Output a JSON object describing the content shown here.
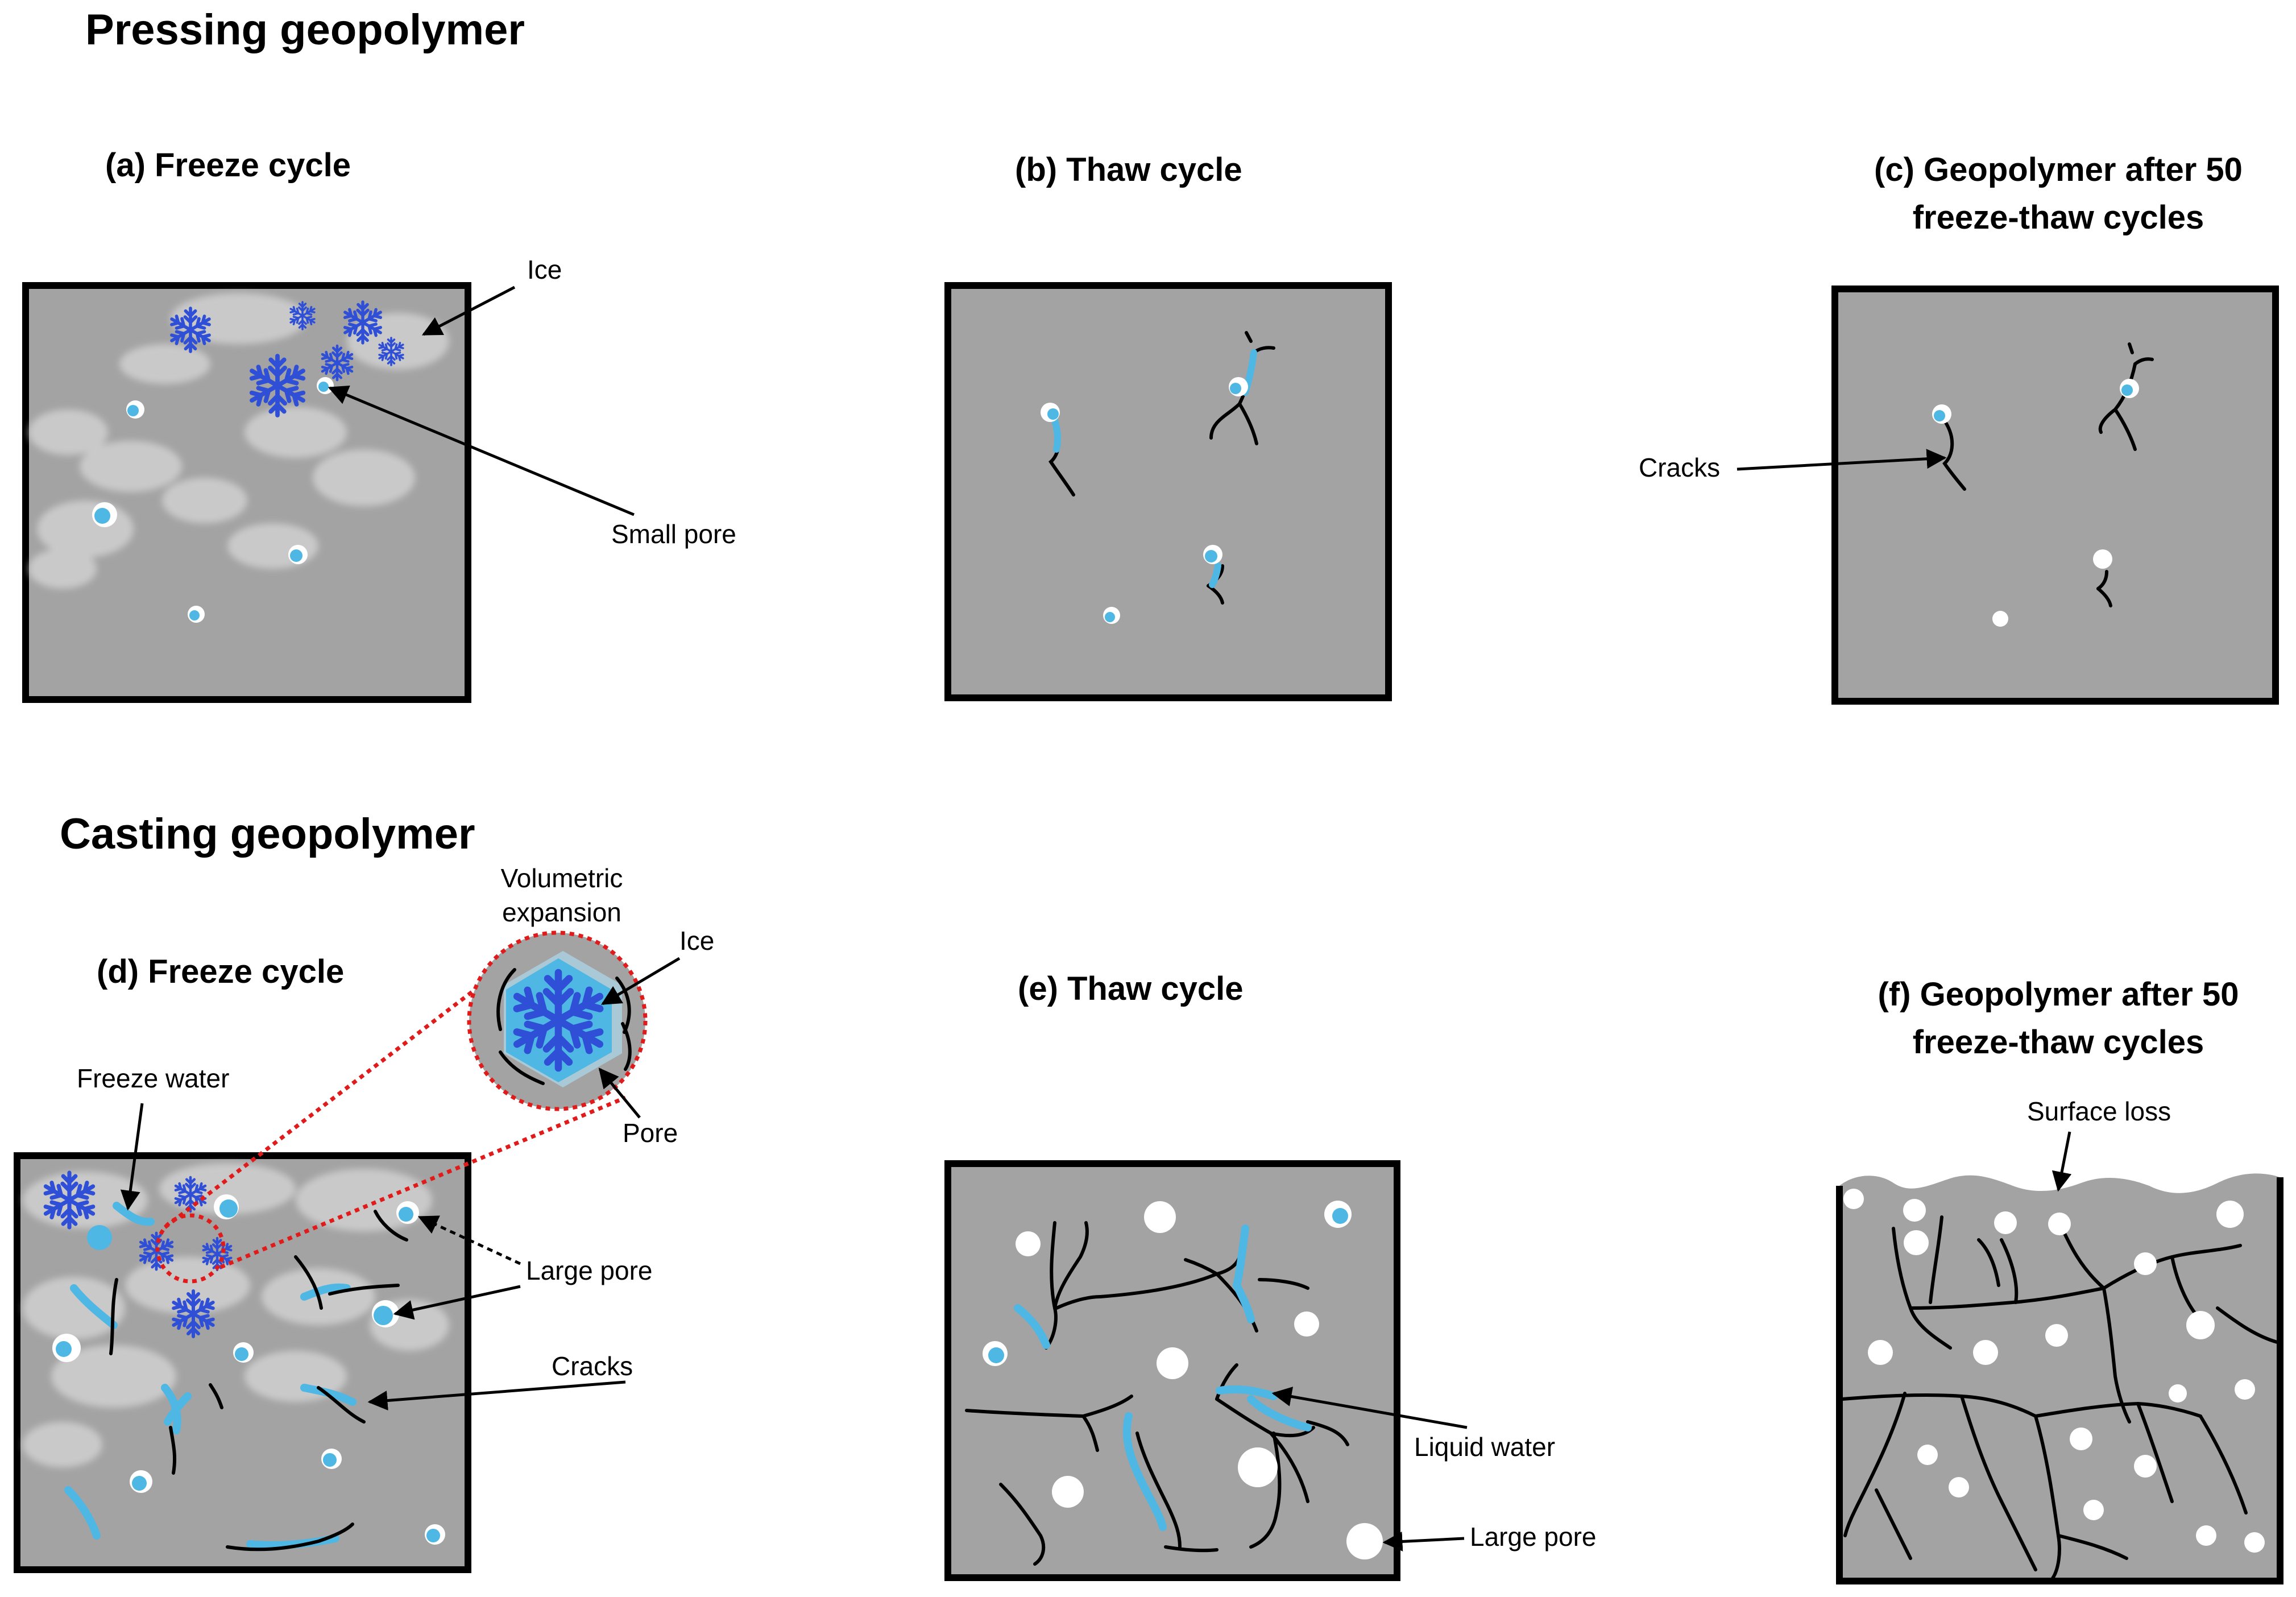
{
  "pressing": {
    "heading": "Pressing geopolymer",
    "panel_a": {
      "title": "(a) Freeze cycle",
      "ice_label": "Ice",
      "pore_label": "Small pore"
    },
    "panel_b": {
      "title": "(b) Thaw cycle"
    },
    "panel_c": {
      "title_line1": "(c) Geopolymer after 50",
      "title_line2": "freeze-thaw cycles",
      "cracks_label": "Cracks"
    }
  },
  "casting": {
    "heading": "Casting geopolymer",
    "panel_d": {
      "title": "(d) Freeze cycle",
      "freeze_water_label": "Freeze water",
      "large_pore_label": "Large pore",
      "cracks_label": "Cracks",
      "inset": {
        "expansion_line1": "Volumetric",
        "expansion_line2": "expansion",
        "ice_label": "Ice",
        "pore_label": "Pore"
      }
    },
    "panel_e": {
      "title": "(e) Thaw cycle",
      "liquid_water_label": "Liquid water",
      "large_pore_label": "Large pore"
    },
    "panel_f": {
      "title_line1": "(f) Geopolymer after 50",
      "title_line2": "freeze-thaw cycles",
      "surface_loss_label": "Surface loss"
    }
  },
  "colors": {
    "matrix": "#a3a3a3",
    "border": "#000000",
    "water": "#4fb7e3",
    "ice_snowflake": "#2f4fd6",
    "pore": "#ffffff",
    "frost": "#e9e9e9",
    "inset_dash": "#e01b1b"
  }
}
